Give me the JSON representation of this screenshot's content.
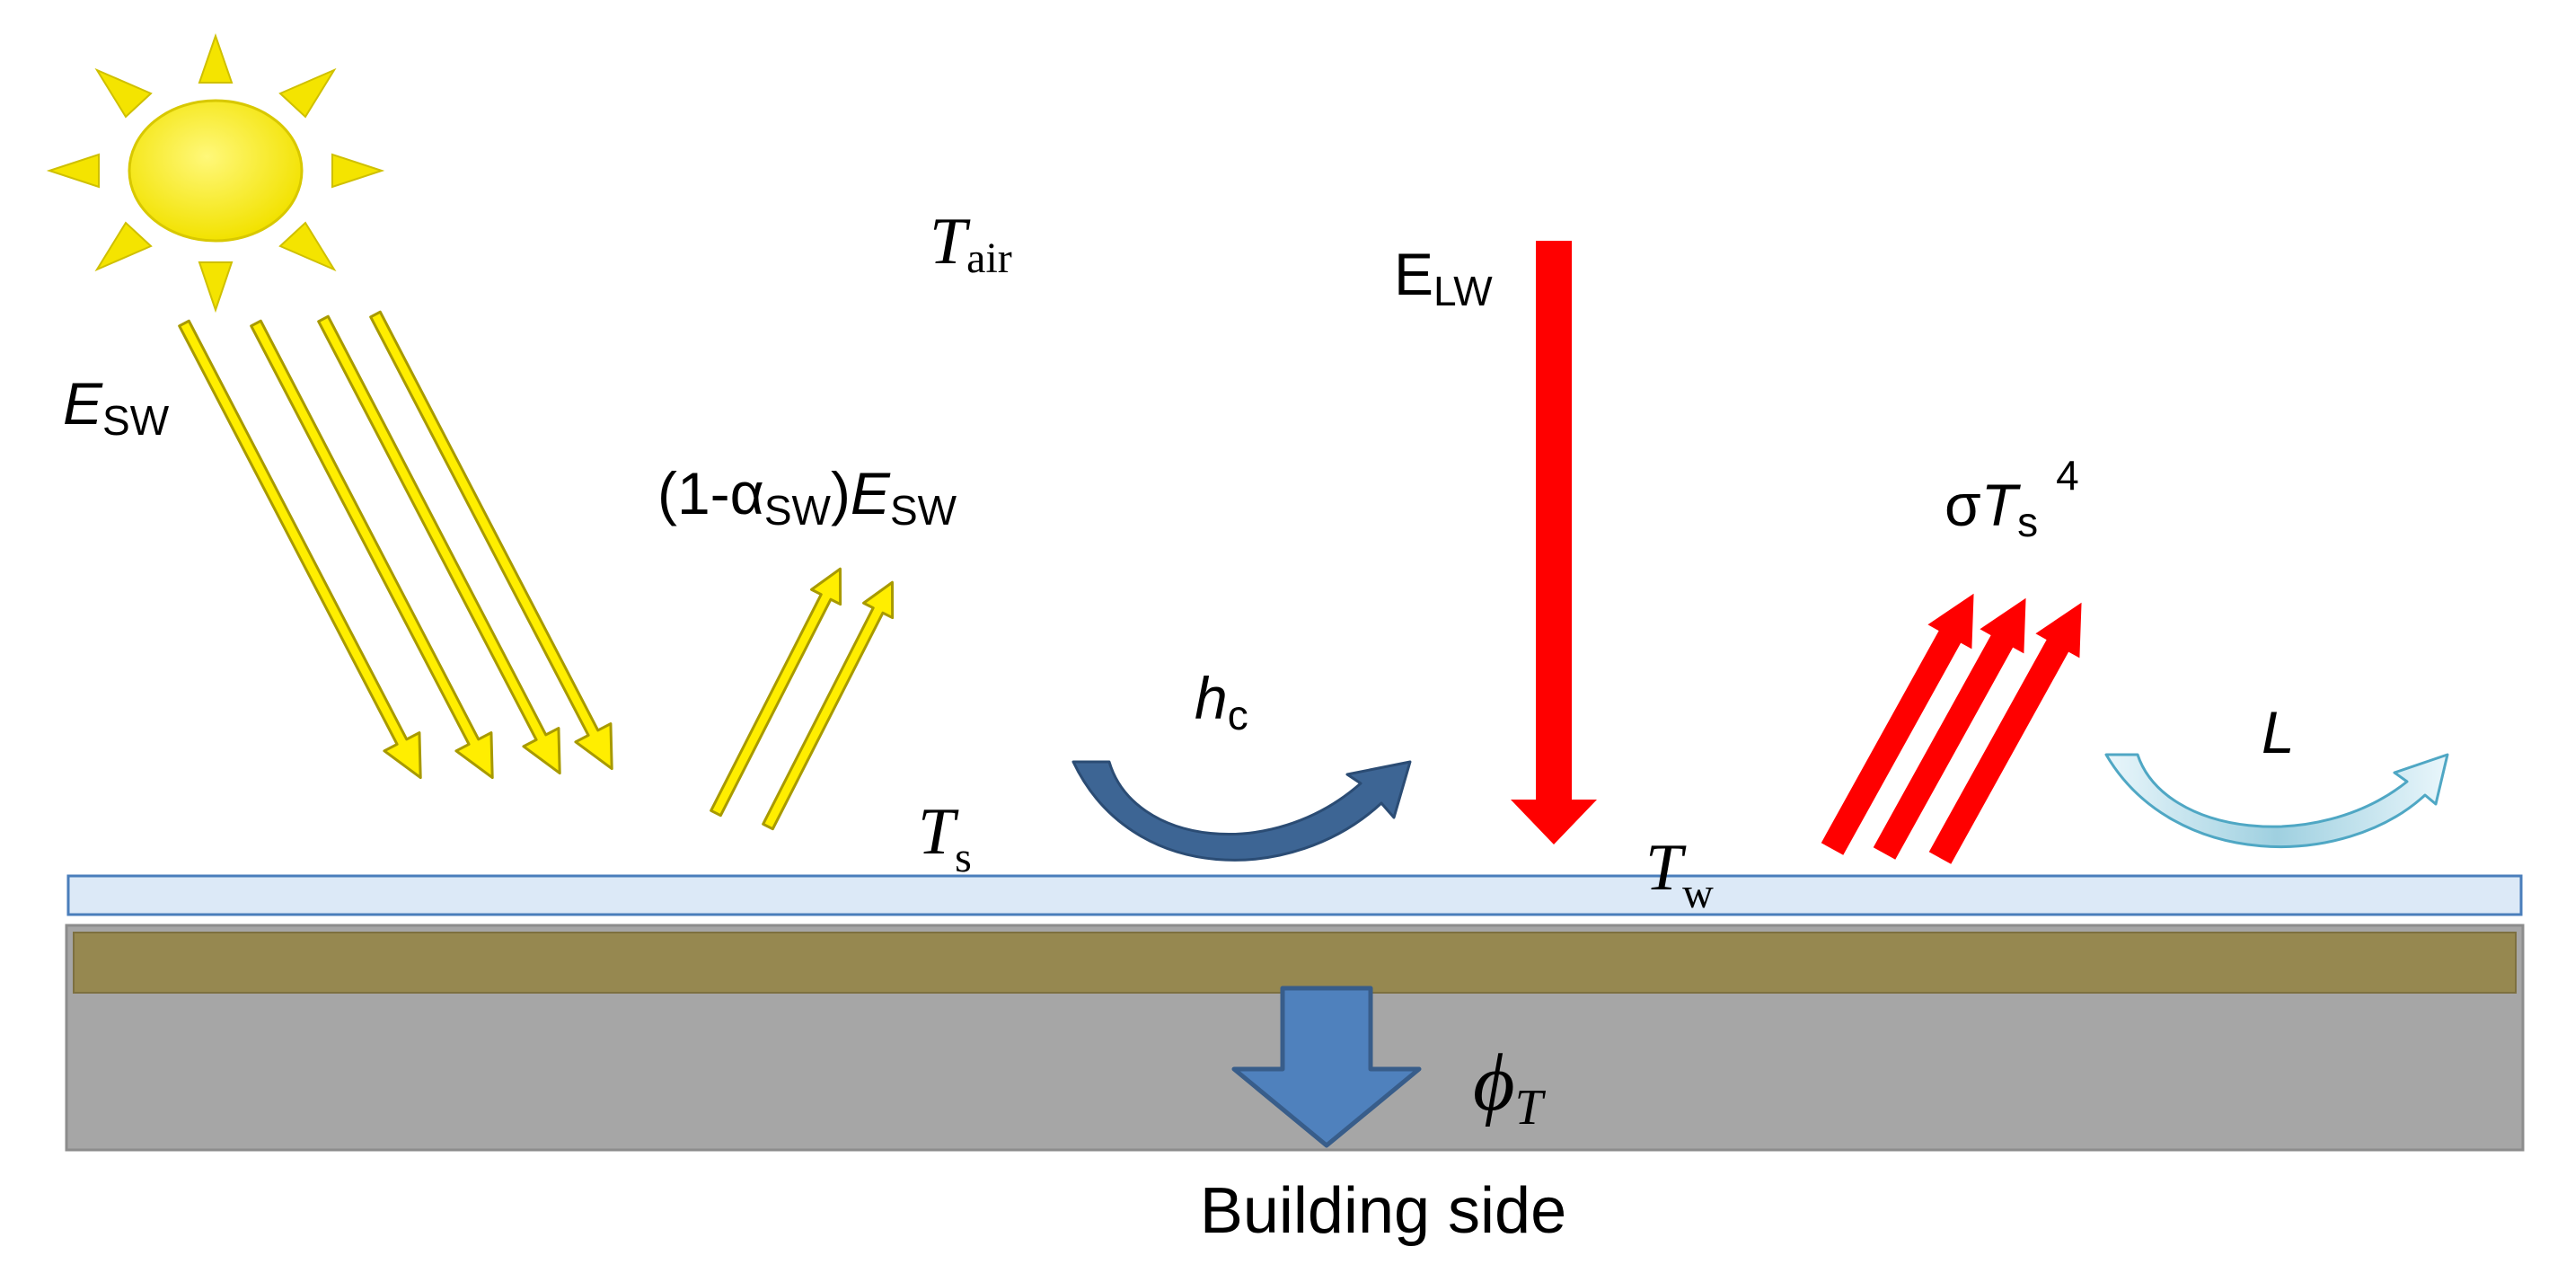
{
  "labels": {
    "e_sw": {
      "main": "E",
      "sub": "SW"
    },
    "reflected": {
      "open": "(1-α",
      "sub1": "SW",
      "mid": ")",
      "main": "E",
      "sub2": "SW"
    },
    "t_air": {
      "main": "T",
      "sub": "air"
    },
    "e_lw": {
      "main": "E",
      "sub": "LW"
    },
    "sigma_ts4": {
      "sigma": "σ",
      "main": "T",
      "sub": "s",
      "sup": "4"
    },
    "h_c": {
      "main": "h",
      "sub": "c"
    },
    "t_s": {
      "main": "T",
      "sub": "s"
    },
    "t_w": {
      "main": "T",
      "sub": "w"
    },
    "latent": {
      "main": "L"
    },
    "phi_t": {
      "main": "ϕ",
      "sub": "T"
    },
    "building_side": "Building side"
  },
  "colors": {
    "sun": "#ffee00",
    "shortwave_arrow": "#ffee00",
    "longwave_arrow": "#ff0000",
    "convection_arrow": "#3d6594",
    "latent_arrow": "#aedbe8",
    "water_film": "#dce9f7",
    "water_film_border": "#4a7ebb",
    "soil_layer": "#968850",
    "concrete_layer": "#a6a6a6",
    "heat_flux_arrow": "#4f81bd"
  }
}
